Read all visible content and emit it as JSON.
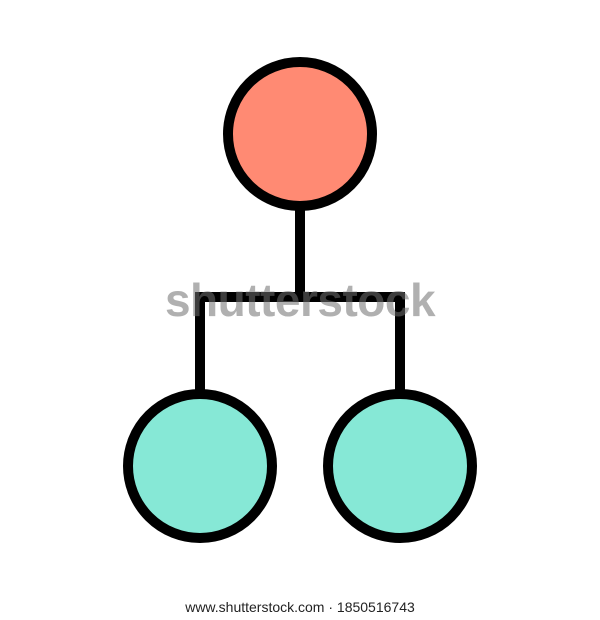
{
  "diagram": {
    "type": "hierarchy",
    "nodes": [
      {
        "id": "root",
        "level": 0,
        "fill": "#FF8A73"
      },
      {
        "id": "child-left",
        "level": 1,
        "fill": "#86E8D6"
      },
      {
        "id": "child-right",
        "level": 1,
        "fill": "#86E8D6"
      }
    ],
    "edges": [
      {
        "from": "root",
        "to": "child-left"
      },
      {
        "from": "root",
        "to": "child-right"
      }
    ],
    "stroke_color": "#000000"
  },
  "watermark": {
    "text": "shutterstock"
  },
  "footer": {
    "credit": "www.shutterstock.com · 1850516743"
  }
}
